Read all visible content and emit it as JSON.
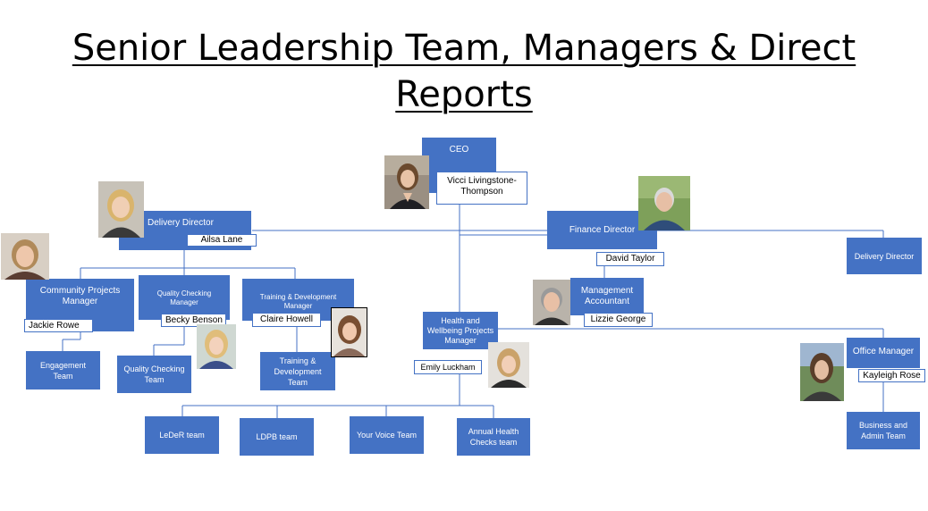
{
  "title": "Senior Leadership Team, Managers & Direct Reports",
  "colors": {
    "box": "#4472c4",
    "line": "#4472c4"
  },
  "roles": {
    "ceo": "CEO",
    "delivery_director_left": "Delivery  Director",
    "finance_director": "Finance Director",
    "delivery_director_right": "Delivery Director",
    "community_projects_manager": "Community Projects Manager",
    "quality_checking_manager": "Quality Checking Manager",
    "training_dev_manager": "Training & Development Manager",
    "management_accountant": "Management Accountant",
    "health_wellbeing_manager": "Health and Wellbeing Projects Manager",
    "office_manager": "Office Manager",
    "engagement_team": "Engagement Team",
    "quality_checking_team": "Quality Checking Team",
    "training_dev_team": "Training & Development Team",
    "leder_team": "LeDeR team",
    "ldpb_team": "LDPB team",
    "your_voice_team": "Your Voice Team",
    "annual_health_checks_team": "Annual Health Checks team",
    "business_admin_team": "Business and Admin Team"
  },
  "names": {
    "ceo": "Vicci Livingstone-Thompson",
    "delivery_director": "Ailsa Lane",
    "finance_director": "David Taylor",
    "community_projects_manager": "Jackie Rowe",
    "quality_checking_manager": "Becky Benson",
    "training_dev_manager": "Claire Howell",
    "management_accountant": "Lizzie George",
    "health_wellbeing_manager": "Emily Luckham",
    "office_manager": "Kayleigh Rose"
  }
}
